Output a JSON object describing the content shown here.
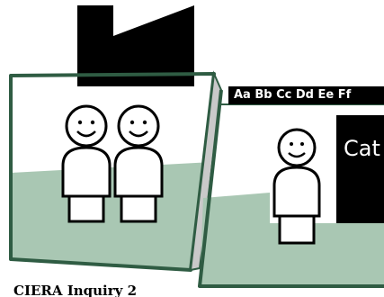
{
  "scene": {
    "alphabet_banner": "Aa Bb Cc Dd Ee Ff",
    "chalkboard_text": "Cat",
    "caption": "CIERA Inquiry 2"
  },
  "colors": {
    "floor_green": "#a9c7b3",
    "outline_green": "#2f5c43",
    "wall_gray": "#c9c9c9",
    "black": "#000000",
    "white": "#ffffff"
  }
}
